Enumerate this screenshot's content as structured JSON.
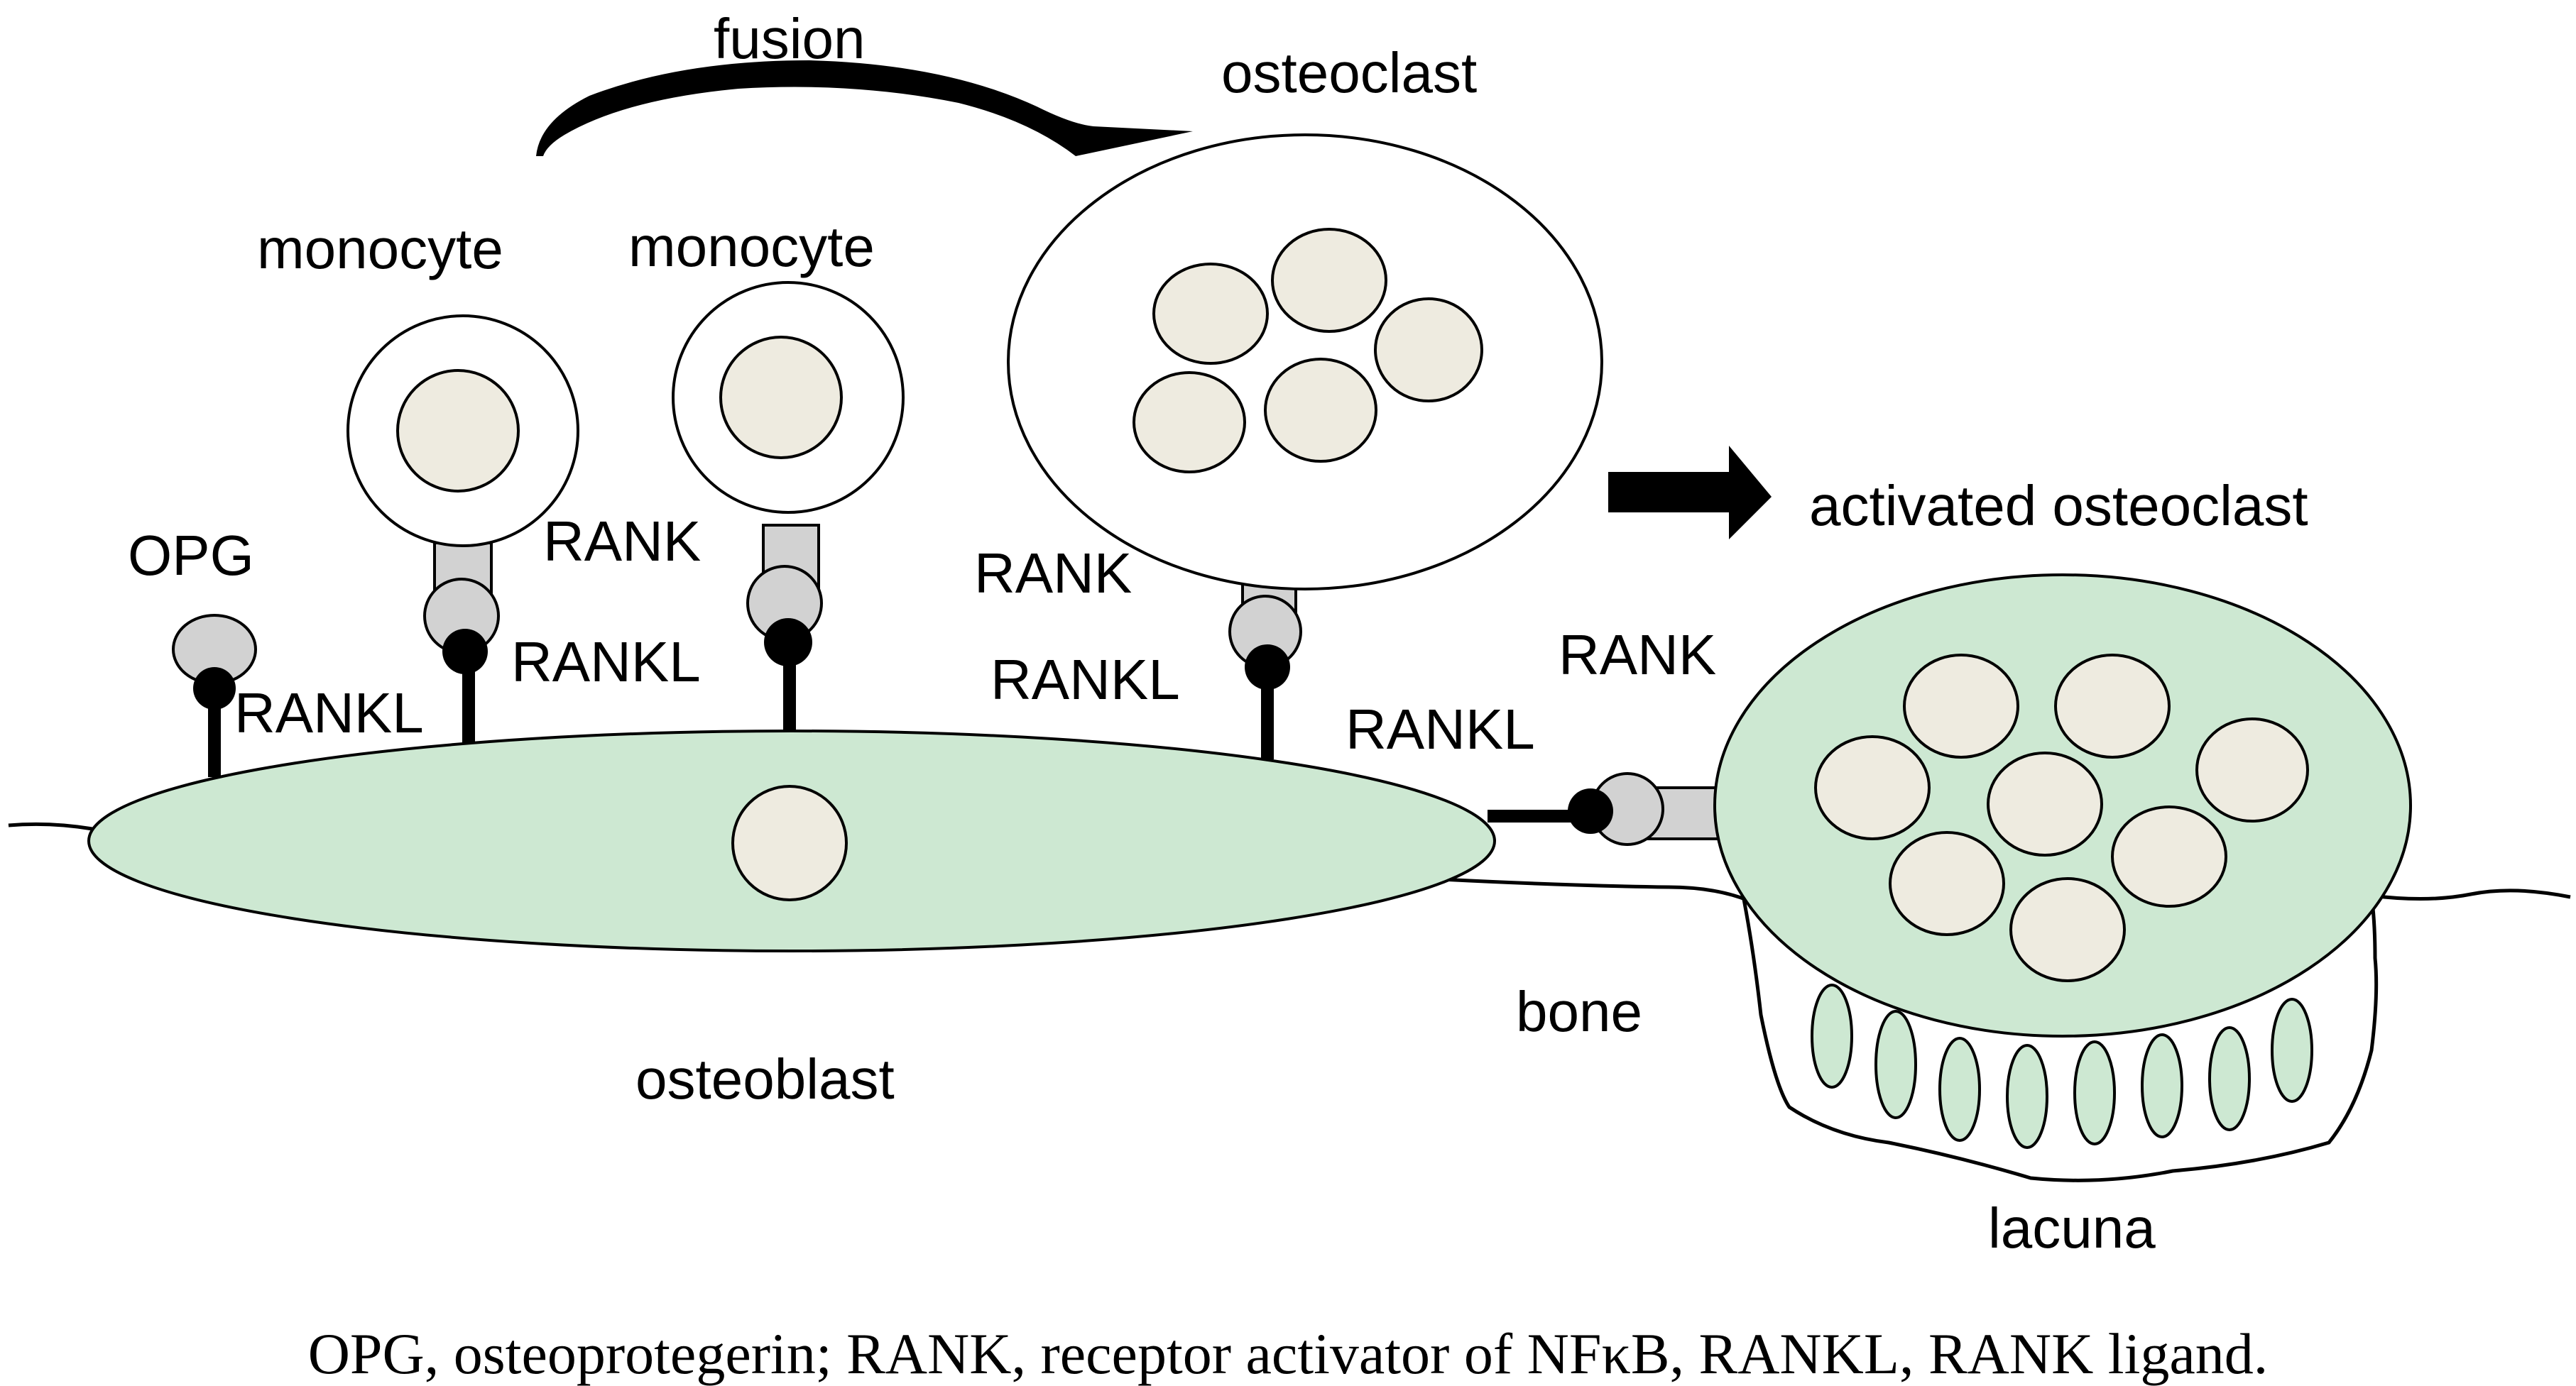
{
  "labels": {
    "fusion": "fusion",
    "osteoclast": "osteoclast",
    "monocyte_1": "monocyte",
    "monocyte_2": "monocyte",
    "opg": "OPG",
    "rankl_1": "RANKL",
    "rank_1": "RANK",
    "rankl_2": "RANKL",
    "rank_2": "RANK",
    "rankl_3": "RANKL",
    "rankl_4": "RANKL",
    "rank_3": "RANK",
    "activated_osteoclast": "activated osteoclast",
    "bone": "bone",
    "osteoblast": "osteoblast",
    "lacuna": "lacuna"
  },
  "caption": "OPG, osteoprotegerin; RANK, receptor activator of NFκB, RANKL, RANK ligand.",
  "colors": {
    "cell_fill": "#ffffff",
    "nucleus_fill": "#eeebe0",
    "green_fill": "#cde8d2",
    "receptor_fill": "#d2d2d2",
    "outline": "#000000"
  }
}
